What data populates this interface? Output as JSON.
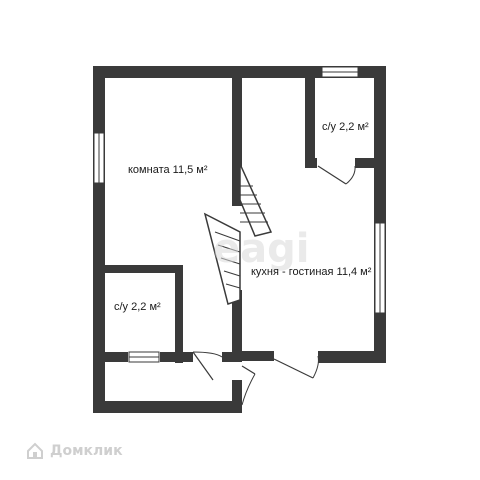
{
  "rooms": {
    "room_main": "комната 11,5 м²",
    "bath_top": "с/у 2,2 м²",
    "kitchen": "кухня - гостиная 11,4 м²",
    "bath_bottom": "с/у 2,2 м²"
  },
  "watermark": "eagi",
  "brand": {
    "name": "Домклик"
  },
  "colors": {
    "wall": "#3a3a3a",
    "background": "#ffffff",
    "watermark": "#d9d9d9"
  }
}
